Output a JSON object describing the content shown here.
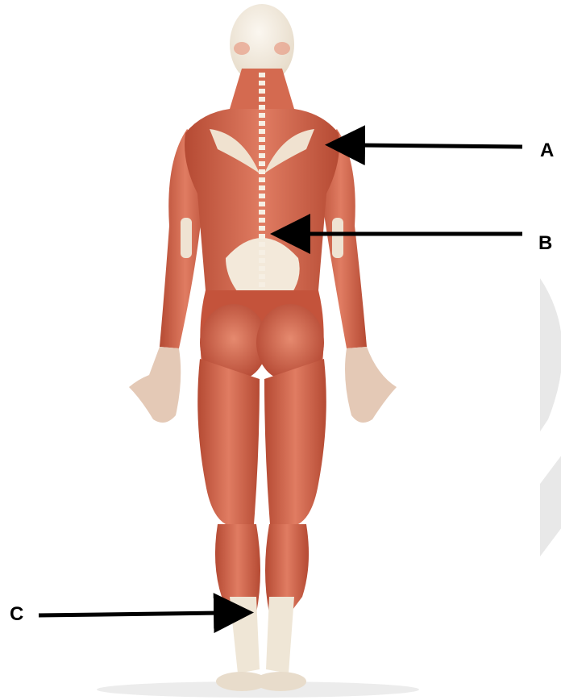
{
  "labels": {
    "a": "A",
    "b": "B",
    "c": "C"
  },
  "colors": {
    "muscle": "#c8593f",
    "muscle_light": "#e08a70",
    "tendon": "#f1e8da",
    "arrow": "#000000",
    "watermark": "#e6e6e6"
  }
}
